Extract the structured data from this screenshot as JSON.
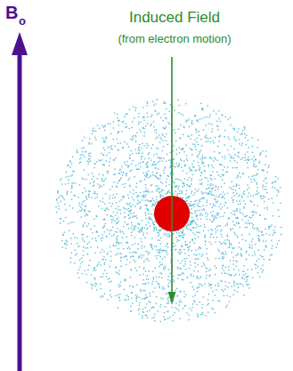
{
  "diagram": {
    "labels": [
      "B",
      "o",
      "Induced Field",
      "(from electron motion)"
    ]
  }
}
